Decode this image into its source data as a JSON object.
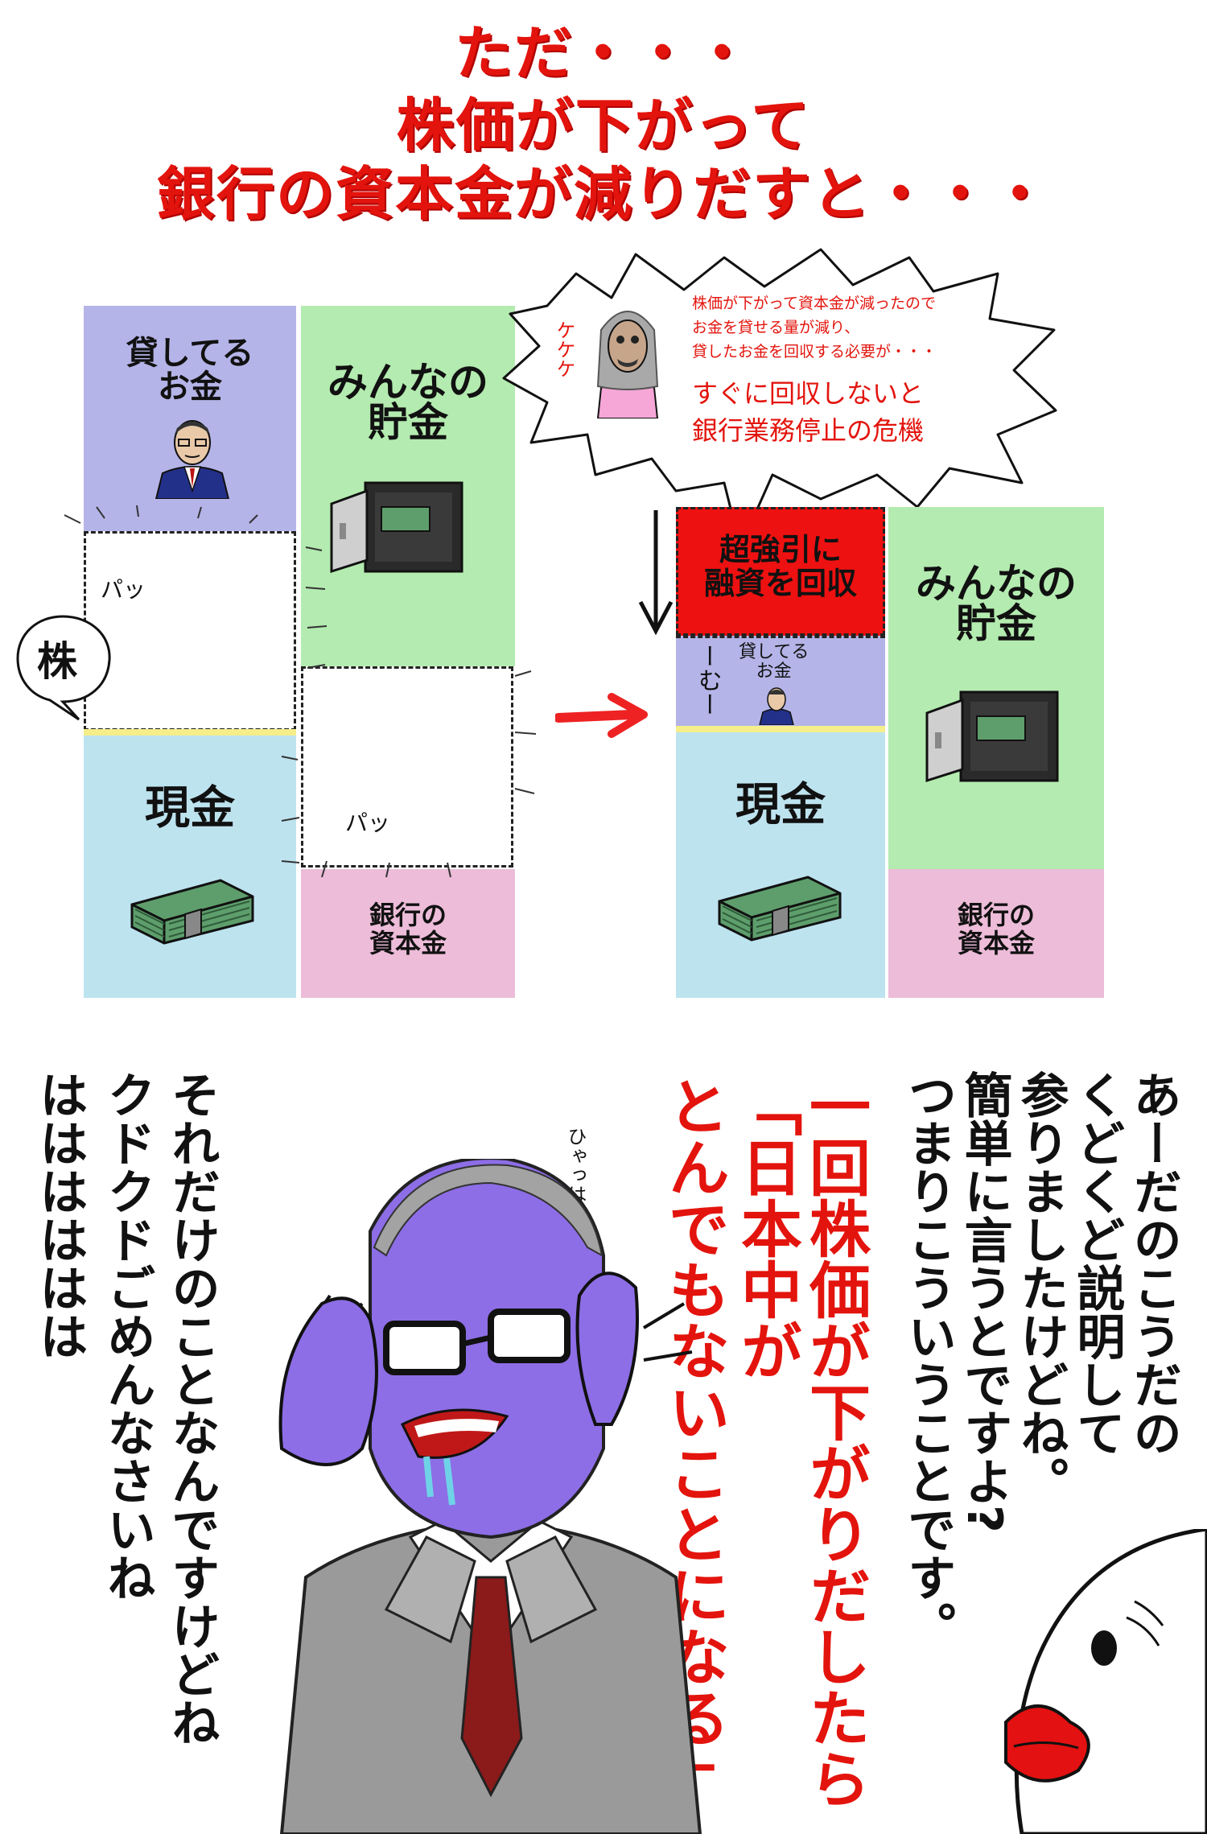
{
  "title": {
    "lines": [
      "ただ・・・",
      "株価が下がって",
      "銀行の資本金が減りだすと・・・"
    ]
  },
  "left_chart": {
    "loans": "貸してる\nお金",
    "deposits": "みんなの\n貯金",
    "cash": "現金",
    "capital": "銀行の\n資本金",
    "pa_1": "パッ",
    "pa_2": "パッ",
    "stock_bubble": "株"
  },
  "right_chart": {
    "collect": "超強引に\n融資を回収",
    "loans_small": "貸してる\nお金",
    "deposits": "みんなの\n貯金",
    "cash": "現金",
    "capital": "銀行の\n資本金",
    "squeeze": "ーむー"
  },
  "speech": {
    "laugh": "ケケケ",
    "line1": "株価が下がって資本金が減ったので",
    "line2": "お金を貸せる量が減り、",
    "line3": "貸したお金を回収する必要が・・・",
    "line4": "すぐに回収しないと",
    "line5": "銀行業務停止の危機"
  },
  "narration": {
    "col1": "あーだのこうだの",
    "col2": "くどくど説明して",
    "col3": "参りましたけどね。",
    "col4": "簡単に言うとですよ?",
    "col5": "つまりこういうことです。",
    "red1": "一回株価が下がりだしたら",
    "red2": "「日本中が",
    "red3": "とんでもないことになる」",
    "col6": "それだけのことなんですけどね",
    "col7": "クドクドごめんなさいね",
    "col8": "はははははは",
    "sfx": "ひゃっはは"
  },
  "colors": {
    "title_red": "#e3140d",
    "loans": "#b4b4e8",
    "deposits": "#b4ebb0",
    "cash": "#bde3ef",
    "capital": "#ecbcd8",
    "collect": "#ee1111",
    "divider": "#f5ee8a",
    "skin_purple": "#8d6ee6"
  }
}
